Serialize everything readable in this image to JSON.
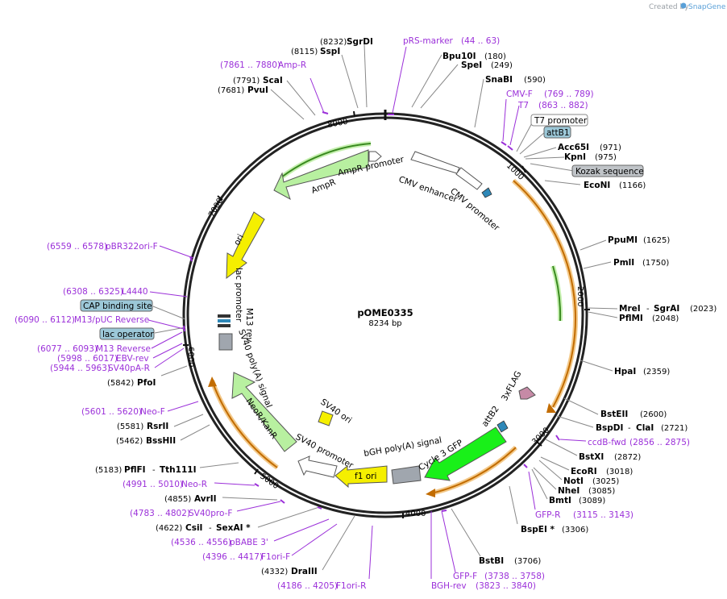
{
  "watermark": {
    "prefix": "Created by",
    "brand": "SnapGene"
  },
  "plasmid": {
    "name": "pOME0335",
    "size": "8234 bp"
  },
  "ticks": [
    "1000",
    "2000",
    "3000",
    "4000",
    "5000",
    "6000",
    "7000",
    "8000"
  ],
  "right_sites": [
    {
      "name": "SgrDI",
      "pos": "(8232)"
    },
    {
      "name": "SspI",
      "pos": "(8115)"
    },
    {
      "name": "ScaI",
      "pos": "(7791)"
    },
    {
      "name": "PvuI",
      "pos": "(7681)"
    },
    {
      "name": "Bpu10I",
      "pos": "(180)"
    },
    {
      "name": "SpeI",
      "pos": "(249)"
    },
    {
      "name": "SnaBI",
      "pos": "(590)"
    },
    {
      "name": "Acc65I",
      "pos": "(971)"
    },
    {
      "name": "KpnI",
      "pos": "(975)"
    },
    {
      "name": "EcoNI",
      "pos": "(1166)"
    },
    {
      "name": "PpuMI",
      "pos": "(1625)"
    },
    {
      "name": "PmlI",
      "pos": "(1750)"
    },
    {
      "name": "MreI",
      "name2": "SgrAI",
      "pos": "(2023)"
    },
    {
      "name": "PflMI",
      "pos": "(2048)"
    },
    {
      "name": "HpaI",
      "pos": "(2359)"
    },
    {
      "name": "BstEII",
      "pos": "(2600)"
    },
    {
      "name": "BspDI",
      "name2": "ClaI",
      "pos": "(2721)"
    },
    {
      "name": "BstXI",
      "pos": "(2872)"
    },
    {
      "name": "EcoRI",
      "pos": "(3018)"
    },
    {
      "name": "NotI",
      "pos": "(3025)"
    },
    {
      "name": "NheI",
      "pos": "(3085)"
    },
    {
      "name": "BmtI",
      "pos": "(3089)"
    },
    {
      "name": "BspEI *",
      "pos": "(3306)"
    },
    {
      "name": "BstBI",
      "pos": "(3706)"
    }
  ],
  "left_sites": [
    {
      "name": "PfoI",
      "pos": "(5842)"
    },
    {
      "name": "RsrII",
      "pos": "(5581)"
    },
    {
      "name": "BssHII",
      "pos": "(5462)"
    },
    {
      "name": "PflFI",
      "name2": "Tth111I",
      "pos": "(5183)"
    },
    {
      "name": "AvrII",
      "pos": "(4855)"
    },
    {
      "name": "CsiI",
      "name2": "SexAI *",
      "pos": "(4622)"
    },
    {
      "name": "DraIII",
      "pos": "(4332)"
    }
  ],
  "primers": [
    {
      "name": "pRS-marker",
      "range": "(44 .. 63)"
    },
    {
      "name": "Amp-R",
      "range": "(7861 .. 7880)"
    },
    {
      "name": "CMV-F",
      "range": "(769 .. 789)"
    },
    {
      "name": "T7",
      "range": "(863 .. 882)"
    },
    {
      "name": "pBR322ori-F",
      "range": "(6559 .. 6578)"
    },
    {
      "name": "L4440",
      "range": "(6308 .. 6325)"
    },
    {
      "name": "M13/pUC Reverse",
      "range": "(6090 .. 6112)"
    },
    {
      "name": "M13 Reverse",
      "range": "(6077 .. 6093)"
    },
    {
      "name": "EBV-rev",
      "range": "(5998 .. 6017)"
    },
    {
      "name": "SV40pA-R",
      "range": "(5944 .. 5963)"
    },
    {
      "name": "Neo-F",
      "range": "(5601 .. 5620)"
    },
    {
      "name": "Neo-R",
      "range": "(4991 .. 5010)"
    },
    {
      "name": "SV40pro-F",
      "range": "(4783 .. 4802)"
    },
    {
      "name": "pBABE 3'",
      "range": "(4536 .. 4556)"
    },
    {
      "name": "F1ori-F",
      "range": "(4396 .. 4417)"
    },
    {
      "name": "F1ori-R",
      "range": "(4186 .. 4205)"
    },
    {
      "name": "ccdB-fwd",
      "range": "(2856 .. 2875)"
    },
    {
      "name": "GFP-R",
      "range": "(3115 .. 3143)"
    },
    {
      "name": "GFP-F",
      "range": "(3738 .. 3758)"
    },
    {
      "name": "BGH-rev",
      "range": "(3823 .. 3840)"
    }
  ],
  "boxed_features": {
    "t7_promoter": "T7 promoter",
    "attb1": "attB1",
    "kozak": "Kozak sequence",
    "cap": "CAP binding site",
    "lac_operator": "lac operator"
  },
  "features": {
    "ampr_promoter": "AmpR promoter",
    "ampr": "AmpR",
    "cmv_enhancer": "CMV enhancer",
    "cmv_promoter": "CMV promoter",
    "ori": "ori",
    "lac_promoter": "lac promoter",
    "m13_rev": "M13 rev",
    "sv40_polya": "SV40 poly(A) signal",
    "neor": "NeoR/KanR",
    "sv40_ori": "SV40 ori",
    "sv40_promoter": "SV40 promoter",
    "f1_ori": "f1 ori",
    "bgh": "bGH poly(A) signal",
    "cycle3": "Cycle 3 GFP",
    "attb2": "attB2",
    "flag": "3xFLAG"
  }
}
